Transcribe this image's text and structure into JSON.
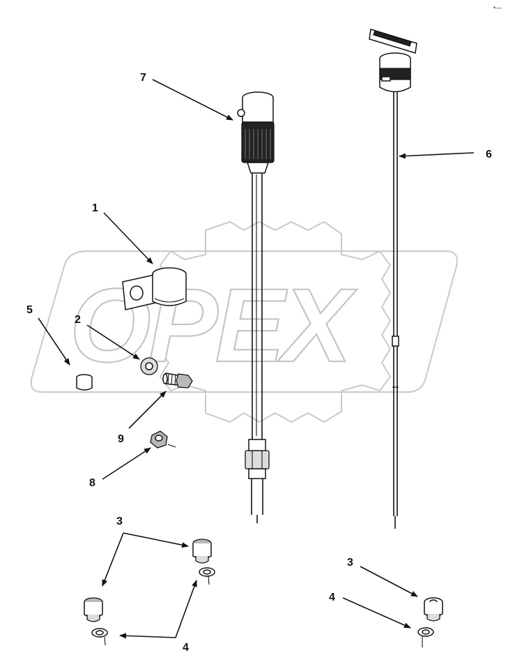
{
  "watermark": {
    "text": "OPEX"
  },
  "corner_mark": "•—",
  "callouts": {
    "c1": "1",
    "c2": "2",
    "c3a": "3",
    "c3b": "3",
    "c4a": "4",
    "c4b": "4",
    "c5": "5",
    "c6": "6",
    "c7": "7",
    "c8": "8",
    "c9": "9"
  },
  "colors": {
    "line": "#111111",
    "watermark": "#c4c4c4",
    "background": "#ffffff"
  }
}
